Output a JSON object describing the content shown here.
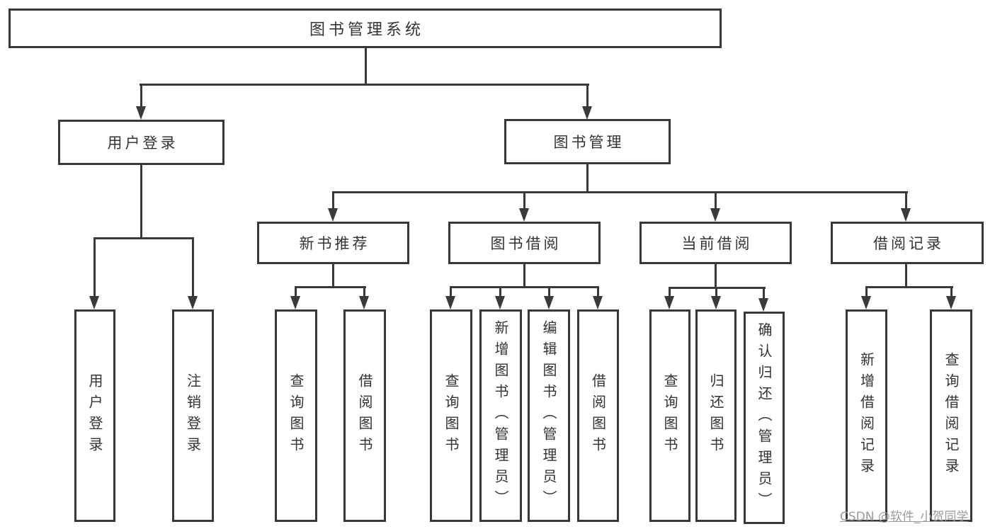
{
  "title": "图书管理系统",
  "level2": {
    "user_login": "用户登录",
    "book_mgmt": "图书管理"
  },
  "level3": {
    "new_books": "新书推荐",
    "borrowing": "图书借阅",
    "current": "当前借阅",
    "records": "借阅记录"
  },
  "leaves": {
    "user_login": "用户登录",
    "logout": "注销登录",
    "nb_query": "查询图书",
    "nb_borrow": "借阅图书",
    "bb_query": "查询图书",
    "bb_add": "新增图书（管理员）",
    "bb_edit": "编辑图书（管理员）",
    "bb_borrow": "借阅图书",
    "cb_query": "查询图书",
    "cb_return": "归还图书",
    "cb_confirm": "确认归还（管理员）",
    "rec_add": "新增借阅记录",
    "rec_query": "查询借阅记录"
  },
  "watermark": "CSDN @软件_小贺同学",
  "colors": {
    "line": "#3a3a3a",
    "border": "#383838",
    "text": "#333333",
    "background": "#ffffff",
    "watermark": "#9b9b9b"
  }
}
